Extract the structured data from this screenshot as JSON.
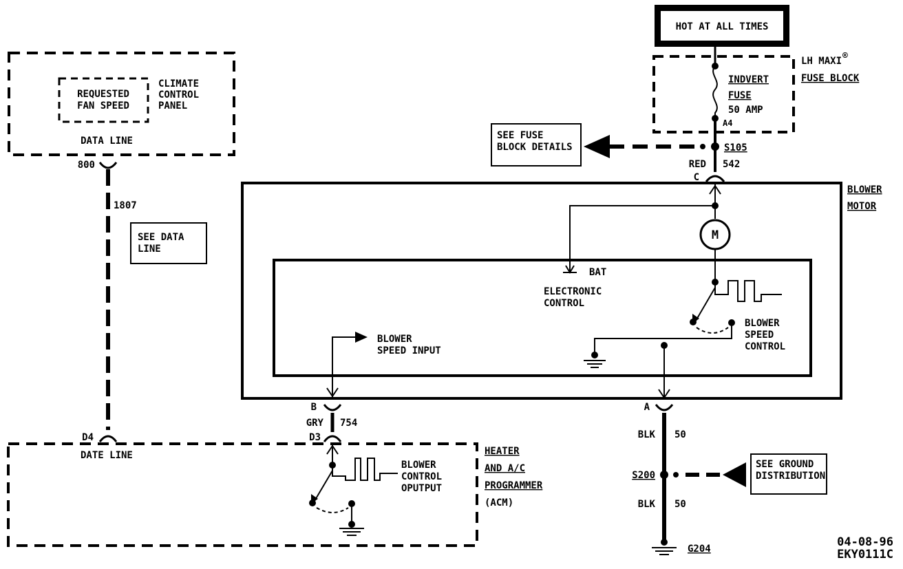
{
  "power": {
    "hot_label": "HOT AT ALL TIMES"
  },
  "fuse_block": {
    "label_line1": "LH MAXI",
    "label_reg": "®",
    "label_line2": "FUSE BLOCK",
    "fuse_name": "INDVERT",
    "fuse_word": "FUSE",
    "fuse_rating": "50 AMP",
    "pin": "A4"
  },
  "fuse_details": {
    "line1": "SEE FUSE",
    "line2": "BLOCK DETAILS"
  },
  "splice_s105": {
    "id": "S105",
    "color": "RED",
    "circuit": "542",
    "connector": "C"
  },
  "climate_panel": {
    "line1": "CLIMATE",
    "line2": "CONTROL",
    "line3": "PANEL",
    "requested1": "REQUESTED",
    "requested2": "FAN SPEED",
    "data_line": "DATA LINE",
    "pin": "800"
  },
  "data_line_wire": {
    "circuit": "1807",
    "note_line1": "SEE DATA",
    "note_line2": "LINE"
  },
  "blower_motor": {
    "label_line1": "BLOWER",
    "label_line2": "MOTOR",
    "motor_symbol": "M",
    "bat": "BAT",
    "electronic1": "ELECTRONIC",
    "electronic2": "CONTROL",
    "speed_ctrl1": "BLOWER",
    "speed_ctrl2": "SPEED",
    "speed_ctrl3": "CONTROL",
    "speed_in1": "BLOWER",
    "speed_in2": "SPEED INPUT"
  },
  "connector_b": {
    "pin_top": "B",
    "color": "GRY",
    "circuit": "754",
    "pin_bottom": "D3"
  },
  "connector_a": {
    "pin": "A",
    "color1": "BLK",
    "circuit1": "50",
    "color2": "BLK",
    "circuit2": "50"
  },
  "splice_s200": {
    "id": "S200",
    "note_line1": "SEE GROUND",
    "note_line2": "DISTRIBUTION"
  },
  "ground": {
    "id": "G204"
  },
  "programmer": {
    "pin": "D4",
    "date_line": "DATE LINE",
    "label1": "HEATER",
    "label2": "AND A/C",
    "label3": "PROGRAMMER",
    "label4": "(ACM)",
    "output1": "BLOWER",
    "output2": "CONTROL",
    "output3": "OPUTPUT"
  },
  "footer": {
    "date": "04-08-96",
    "code": "EKY0111C"
  }
}
